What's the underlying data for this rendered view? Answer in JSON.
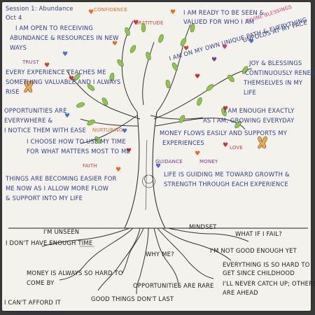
{
  "header": {
    "session": "Session 1: Abundance",
    "date": "Oct 4"
  },
  "words": {
    "confidence": "CONFIDENCE",
    "gratitude": "GRATITUDE",
    "divine_blessings": "DIVINE BLESSINGS",
    "trust": "TRUST",
    "nurturing": "NURTURING",
    "love": "LOVE",
    "faith": "FAITH",
    "guidance": "GUIDANCE",
    "money": "MONEY"
  },
  "affirmations": {
    "a1": [
      "I AM OPEN TO RECEIVING",
      "ABUNDANCE & RESOURCES IN NEW",
      "WAYS"
    ],
    "a2": [
      "I AM READY TO BE SEEN &",
      "VALUED FOR WHO I AM"
    ],
    "a3": [
      "I AM ON MY OWN UNIQUE PATH & EVERYTHING",
      "UNFOLDS AT MY PACE"
    ],
    "a4": [
      "EVERY EXPERIENCE TEACHES ME",
      "SOMETHING VALUABLE AND I ALWAYS",
      "RISE"
    ],
    "a5": [
      "JOY & BLESSINGS",
      "CONTINUOUSLY RENEW",
      "THEMSELVES IN MY",
      "LIFE"
    ],
    "a6": [
      "OPPORTUNITIES ARE",
      "EVERYWHERE &",
      "I NOTICE THEM WITH EASE"
    ],
    "a7": [
      "I AM ENOUGH EXACTLY",
      "AS I AM, GROWING EVERYDAY"
    ],
    "a8": [
      "I CHOOSE HOW TO USE MY TIME",
      "FOR WHAT MATTERS MOST TO ME"
    ],
    "a9": [
      "MONEY FLOWS EASILY AND SUPPORTS MY",
      "EXPERIENCES"
    ],
    "a10": [
      "THINGS ARE BECOMING EASIER FOR",
      "ME NOW AS I ALLOW MORE FLOW",
      "& SUPPORT INTO MY LIFE"
    ],
    "a11": [
      "LIFE IS GUIDING ME TOWARD GROWTH &",
      "STRENGTH THROUGH EACH EXPERIENCE"
    ]
  },
  "roots": {
    "unseen": "I'M UNSEEN",
    "mindset": "MINDSET",
    "fail": "WHAT IF I FAIL?",
    "time": "I DON'T HAVE ENOUGH TIME",
    "whyme": "WHY ME?",
    "notenough": "I'M NOT GOOD ENOUGH YET",
    "money_hard": [
      "MONEY IS ALWAYS SO HARD TO",
      "COME BY"
    ],
    "everything_hard": [
      "EVERYTHING IS SO HARD TO",
      "GET SINCE CHILDHOOD"
    ],
    "catchup": [
      "I'LL NEVER CATCH UP; OTHERS",
      "ARE AHEAD"
    ],
    "rare": "OPPORTUNITIES ARE RARE",
    "afford": "I CAN'T AFFORD IT",
    "good": "GOOD THINGS DON'T LAST"
  }
}
